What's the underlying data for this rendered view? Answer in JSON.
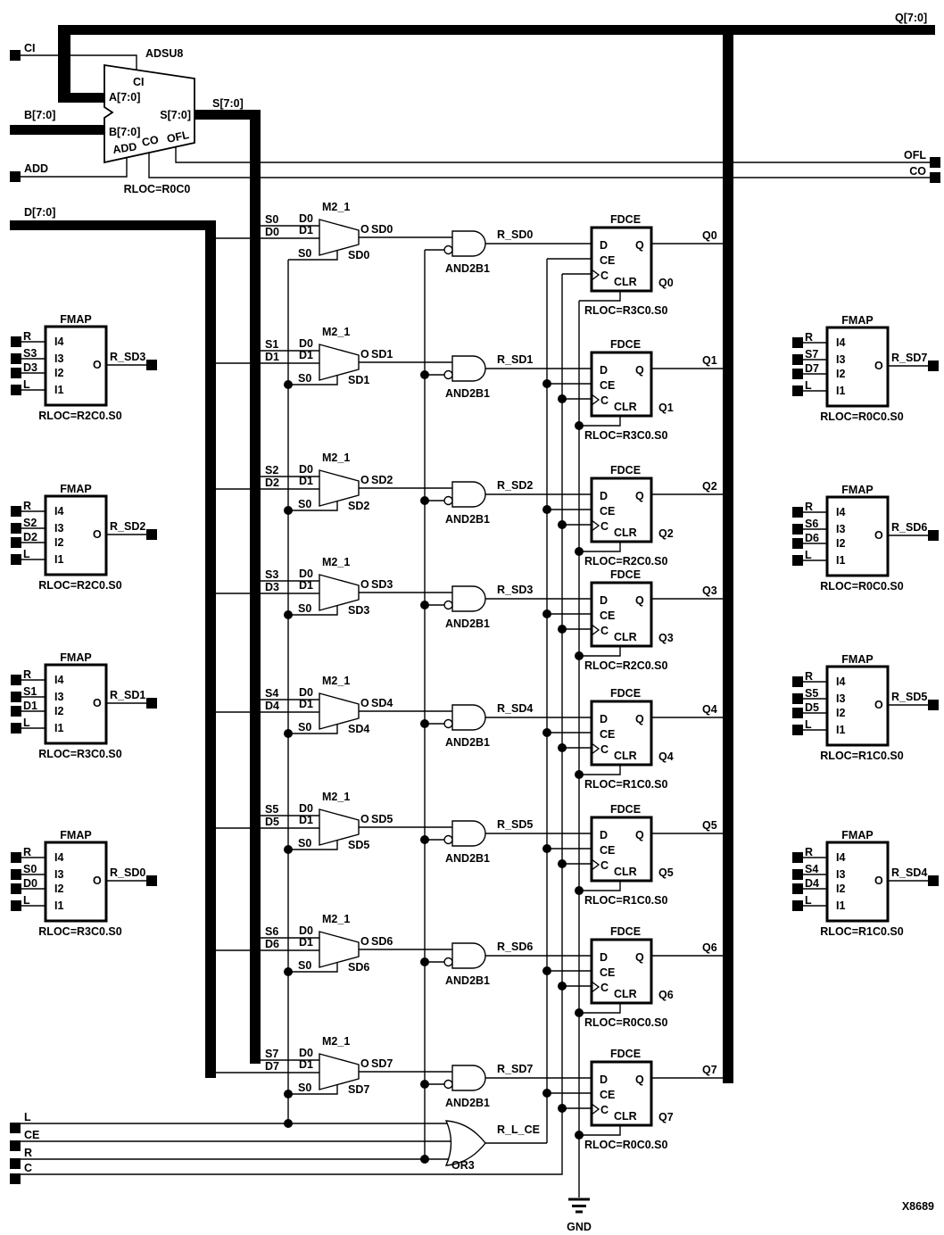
{
  "figure_id": "X8689",
  "colors": {
    "ink": "#000000",
    "background": "#ffffff"
  },
  "top": {
    "q_bus_label": "Q[7:0]",
    "ofl_label": "OFL",
    "co_label": "CO"
  },
  "adder": {
    "title": "ADSU8",
    "rloc": "RLOC=R0C0",
    "pin_ci": "CI",
    "pin_a": "A[7:0]",
    "pin_b": "B[7:0]",
    "pin_add": "ADD",
    "pin_co": "CO",
    "pin_ofl": "OFL",
    "pin_s": "S[7:0]",
    "ext_ci": "CI",
    "ext_b": "B[7:0]",
    "ext_add": "ADD",
    "ext_d": "D[7:0]",
    "s_bus_label": "S[7:0]"
  },
  "mux_type": "M2_1",
  "mux_pins": {
    "d0": "D0",
    "d1": "D1",
    "sel": "S0",
    "out": "O"
  },
  "and_type": "AND2B1",
  "ff_type": "FDCE",
  "ff_pins": {
    "d": "D",
    "ce": "CE",
    "c": "C",
    "clr": "CLR",
    "q": "Q"
  },
  "rows": [
    {
      "s": "S0",
      "d": "D0",
      "net": "SD0",
      "inst": "SD0",
      "r_net": "R_SD0",
      "q_net": "Q0",
      "ff_inst": "Q0",
      "rloc": "RLOC=R3C0.S0"
    },
    {
      "s": "S1",
      "d": "D1",
      "net": "SD1",
      "inst": "SD1",
      "r_net": "R_SD1",
      "q_net": "Q1",
      "ff_inst": "Q1",
      "rloc": "RLOC=R3C0.S0"
    },
    {
      "s": "S2",
      "d": "D2",
      "net": "SD2",
      "inst": "SD2",
      "r_net": "R_SD2",
      "q_net": "Q2",
      "ff_inst": "Q2",
      "rloc": "RLOC=R2C0.S0"
    },
    {
      "s": "S3",
      "d": "D3",
      "net": "SD3",
      "inst": "SD3",
      "r_net": "R_SD3",
      "q_net": "Q3",
      "ff_inst": "Q3",
      "rloc": "RLOC=R2C0.S0"
    },
    {
      "s": "S4",
      "d": "D4",
      "net": "SD4",
      "inst": "SD4",
      "r_net": "R_SD4",
      "q_net": "Q4",
      "ff_inst": "Q4",
      "rloc": "RLOC=R1C0.S0"
    },
    {
      "s": "S5",
      "d": "D5",
      "net": "SD5",
      "inst": "SD5",
      "r_net": "R_SD5",
      "q_net": "Q5",
      "ff_inst": "Q5",
      "rloc": "RLOC=R1C0.S0"
    },
    {
      "s": "S6",
      "d": "D6",
      "net": "SD6",
      "inst": "SD6",
      "r_net": "R_SD6",
      "q_net": "Q6",
      "ff_inst": "Q6",
      "rloc": "RLOC=R0C0.S0"
    },
    {
      "s": "S7",
      "d": "D7",
      "net": "SD7",
      "inst": "SD7",
      "r_net": "R_SD7",
      "q_net": "Q7",
      "ff_inst": "Q7",
      "rloc": "RLOC=R0C0.S0"
    }
  ],
  "fmap": {
    "title": "FMAP",
    "in_pins": [
      "I4",
      "I3",
      "I2",
      "I1"
    ],
    "out_pin": "O"
  },
  "fmaps_left": [
    {
      "inputs": [
        "R",
        "S3",
        "D3",
        "L"
      ],
      "out": "R_SD3",
      "rloc": "RLOC=R2C0.S0"
    },
    {
      "inputs": [
        "R",
        "S2",
        "D2",
        "L"
      ],
      "out": "R_SD2",
      "rloc": "RLOC=R2C0.S0"
    },
    {
      "inputs": [
        "R",
        "S1",
        "D1",
        "L"
      ],
      "out": "R_SD1",
      "rloc": "RLOC=R3C0.S0"
    },
    {
      "inputs": [
        "R",
        "S0",
        "D0",
        "L"
      ],
      "out": "R_SD0",
      "rloc": "RLOC=R3C0.S0"
    }
  ],
  "fmaps_right": [
    {
      "inputs": [
        "R",
        "S7",
        "D7",
        "L"
      ],
      "out": "R_SD7",
      "rloc": "RLOC=R0C0.S0"
    },
    {
      "inputs": [
        "R",
        "S6",
        "D6",
        "L"
      ],
      "out": "R_SD6",
      "rloc": "RLOC=R0C0.S0"
    },
    {
      "inputs": [
        "R",
        "S5",
        "D5",
        "L"
      ],
      "out": "R_SD5",
      "rloc": "RLOC=R1C0.S0"
    },
    {
      "inputs": [
        "R",
        "S4",
        "D4",
        "L"
      ],
      "out": "R_SD4",
      "rloc": "RLOC=R1C0.S0"
    }
  ],
  "bottom": {
    "inputs": [
      "L",
      "CE",
      "R",
      "C"
    ],
    "or_type": "OR3",
    "or_net": "R_L_CE",
    "gnd_label": "GND"
  }
}
